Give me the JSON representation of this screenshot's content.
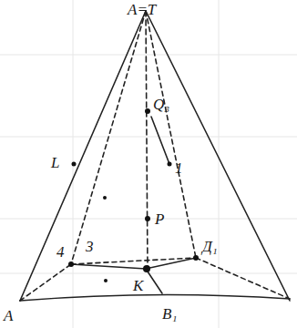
{
  "diagram": {
    "labels": [
      "A=T",
      "Q₃",
      "L",
      "4",
      "3",
      "P",
      "K",
      "Д₁",
      "A",
      "B₁",
      "1"
    ]
  }
}
